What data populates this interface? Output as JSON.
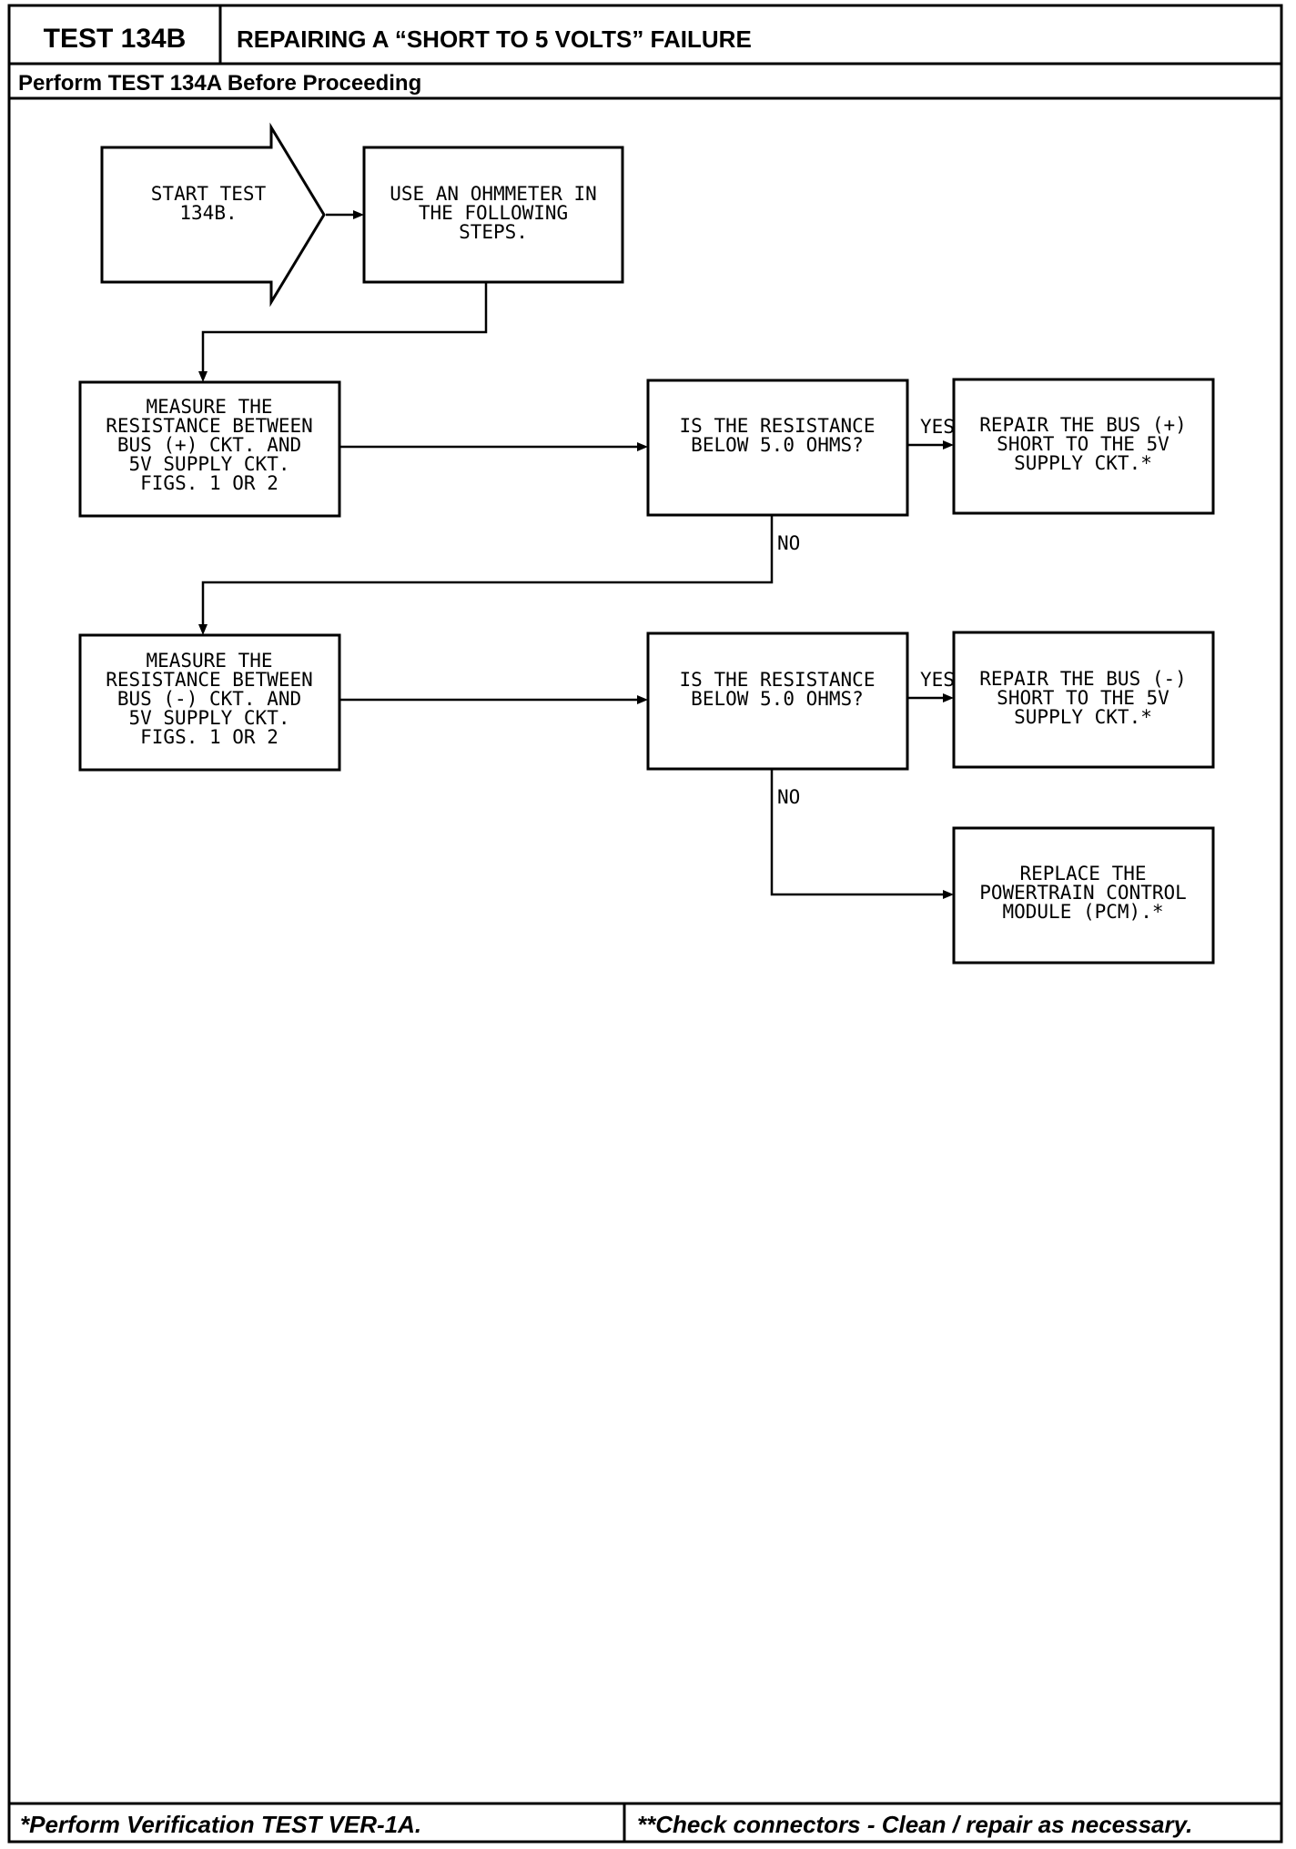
{
  "header": {
    "test_id": "TEST 134B",
    "title": "REPAIRING A “SHORT TO 5 VOLTS” FAILURE",
    "subtitle": "Perform TEST 134A Before Proceeding"
  },
  "flowchart": {
    "start": [
      "START TEST",
      "134B."
    ],
    "use_ohmmeter": [
      "USE AN OHMMETER IN",
      "THE FOLLOWING",
      "STEPS."
    ],
    "measure_bus_plus": [
      "MEASURE THE",
      "RESISTANCE BETWEEN",
      "BUS (+) CKT. AND",
      "5V SUPPLY CKT.",
      "FIGS. 1 OR 2"
    ],
    "question_1": [
      "IS THE RESISTANCE",
      "BELOW 5.0 OHMS?"
    ],
    "repair_bus_plus": [
      "REPAIR THE BUS (+)",
      "SHORT TO THE 5V",
      "SUPPLY CKT.*"
    ],
    "measure_bus_minus": [
      "MEASURE THE",
      "RESISTANCE BETWEEN",
      "BUS (-) CKT. AND",
      "5V SUPPLY CKT.",
      "FIGS. 1 OR 2"
    ],
    "question_2": [
      "IS THE RESISTANCE",
      "BELOW 5.0 OHMS?"
    ],
    "repair_bus_minus": [
      "REPAIR THE BUS (-)",
      "SHORT TO THE 5V",
      "SUPPLY CKT.*"
    ],
    "replace_pcm": [
      "REPLACE THE",
      "POWERTRAIN CONTROL",
      "MODULE (PCM).*"
    ],
    "yes_label": "YES",
    "no_label": "NO"
  },
  "footer": {
    "left": "*Perform Verification TEST VER-1A.",
    "right": "**Check connectors - Clean / repair as necessary."
  }
}
